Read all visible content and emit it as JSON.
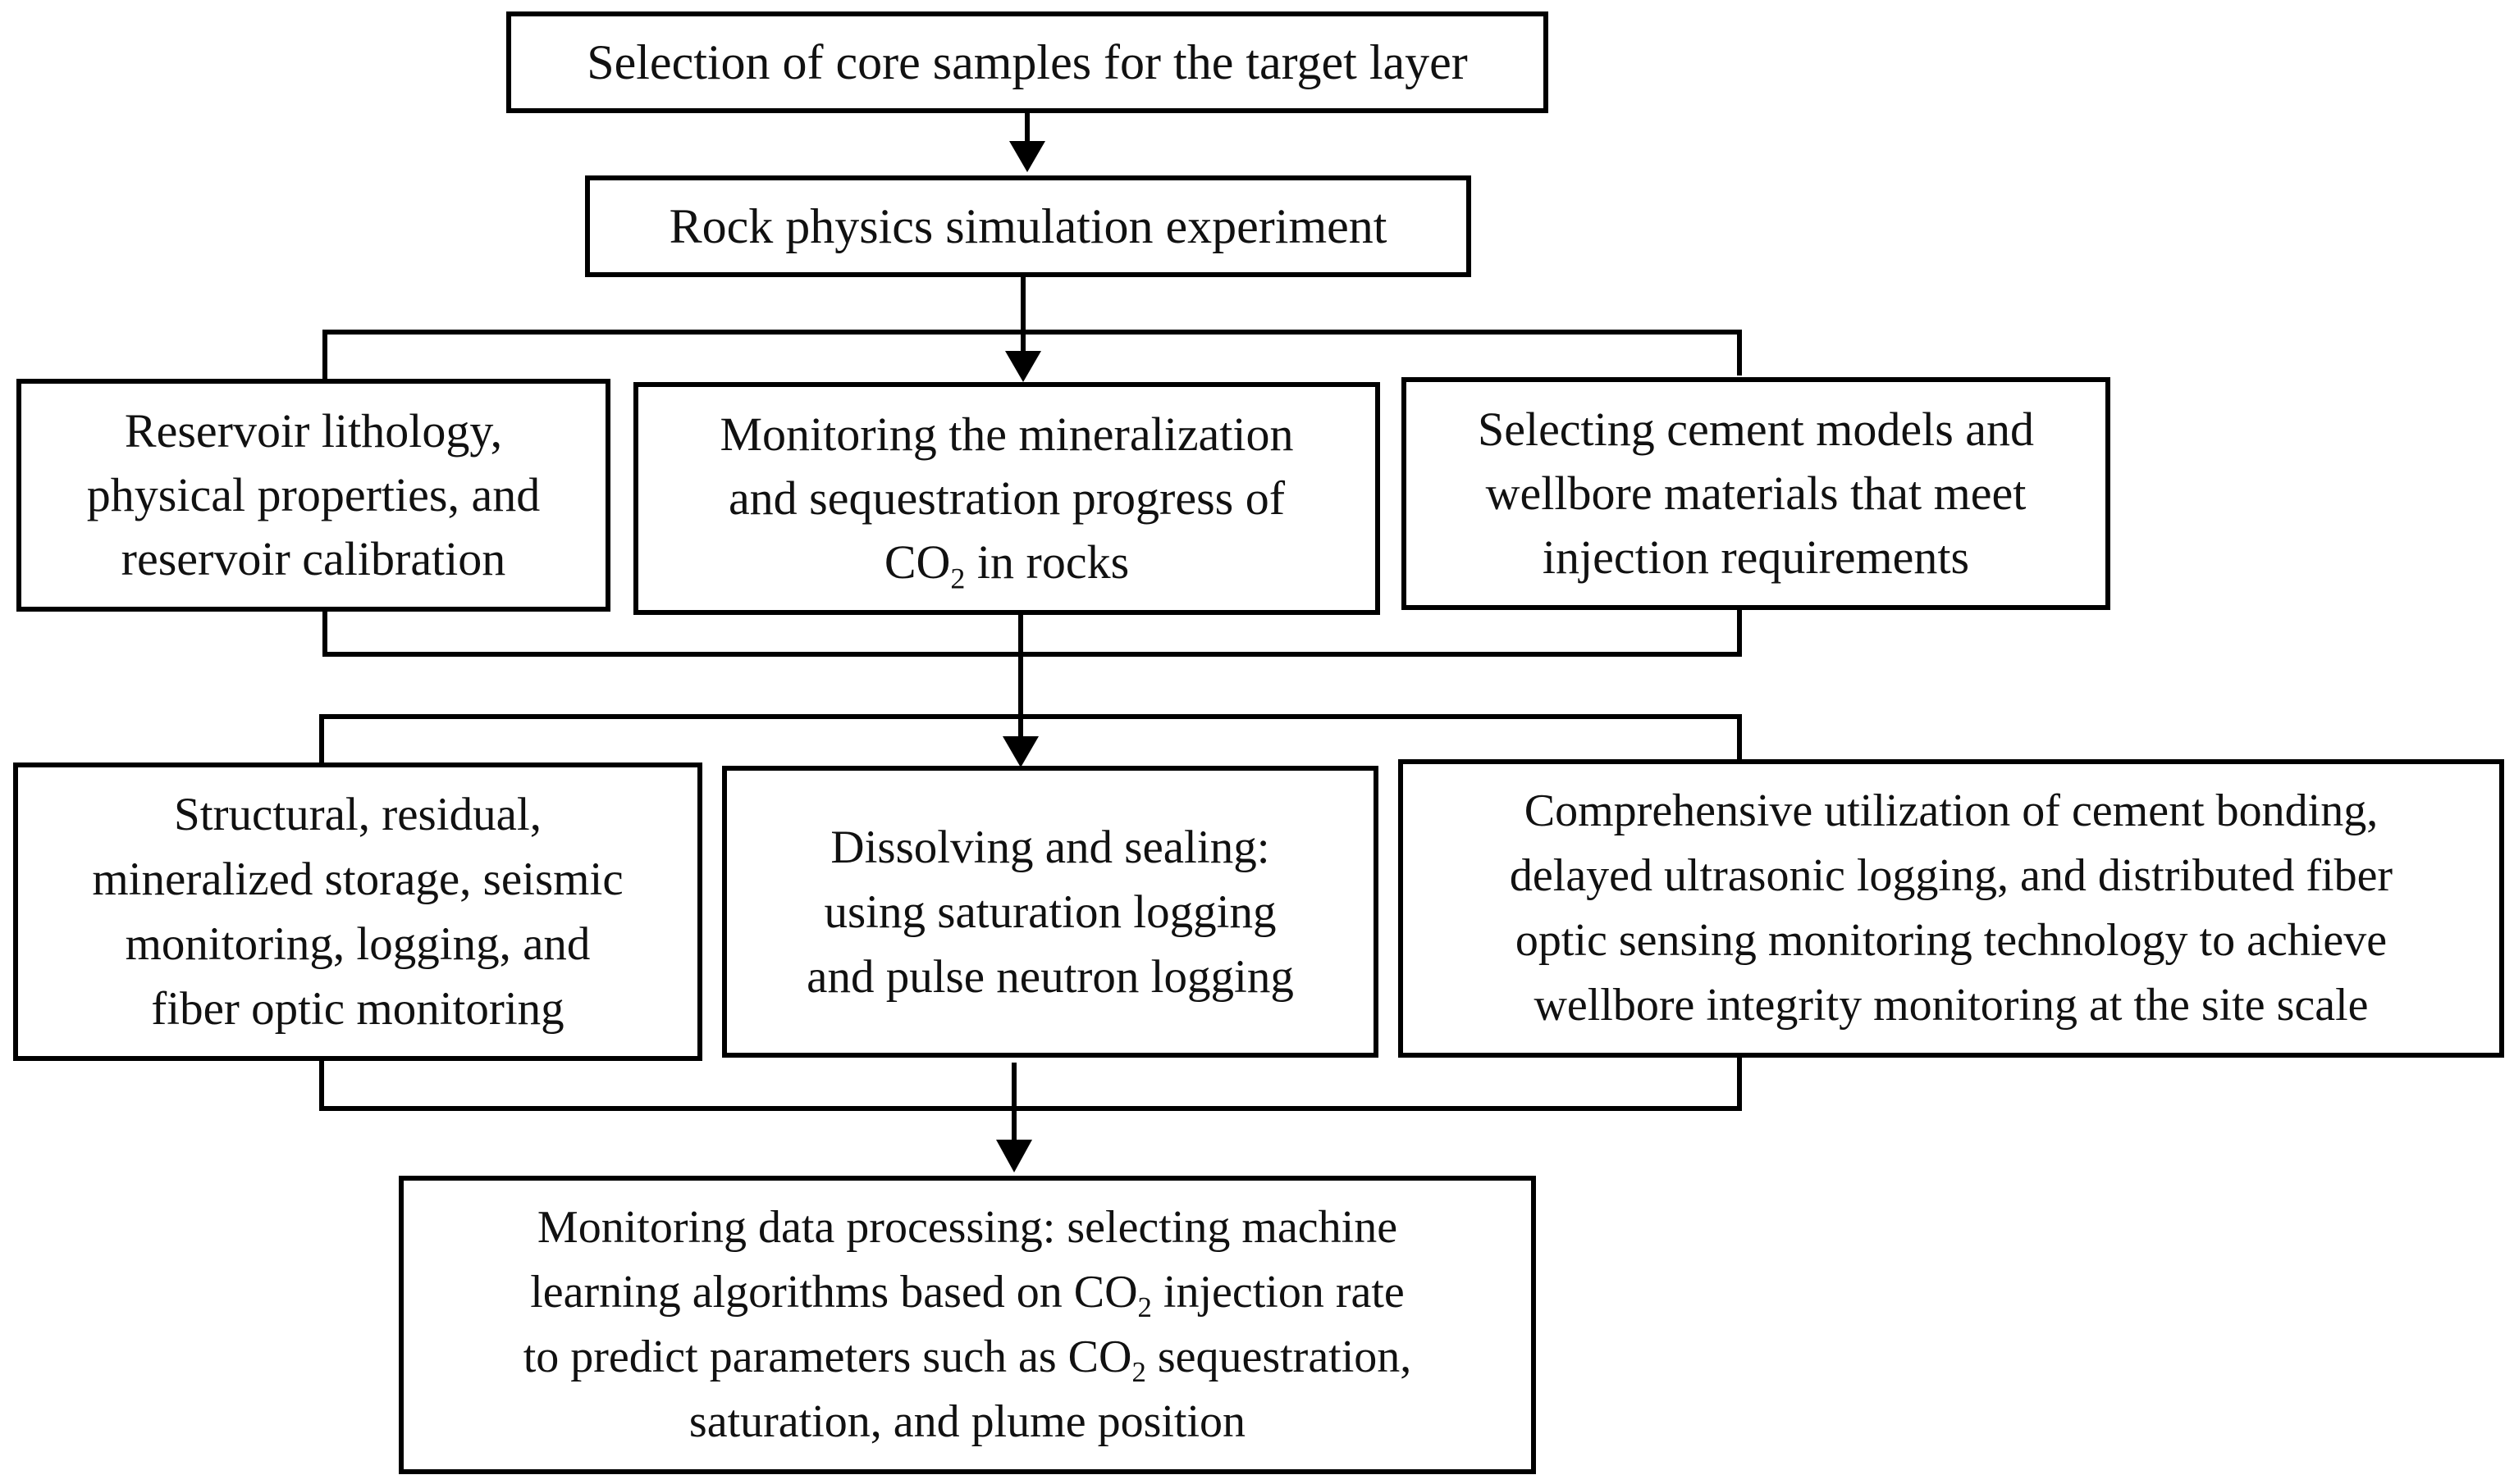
{
  "colors": {
    "line": "#000000",
    "text": "#111111",
    "background": "#ffffff"
  },
  "nodes": {
    "core_selection": {
      "lines": [
        {
          "a": "Selection of core samples for the target layer"
        }
      ]
    },
    "rock_physics": {
      "lines": [
        {
          "a": "Rock physics simulation experiment"
        }
      ]
    },
    "reservoir_lithology": {
      "lines": [
        {
          "a": "Reservoir lithology,"
        },
        {
          "a": "physical properties, and"
        },
        {
          "a": "reservoir calibration"
        }
      ]
    },
    "mineralization_monitoring": {
      "lines": [
        {
          "a": "Monitoring the mineralization"
        },
        {
          "a": "and sequestration progress of"
        },
        {
          "a": "CO",
          "sub": "2",
          "b": " in rocks"
        }
      ]
    },
    "cement_selection": {
      "lines": [
        {
          "a": "Selecting cement models and"
        },
        {
          "a": "wellbore materials that meet"
        },
        {
          "a": "injection requirements"
        }
      ]
    },
    "structural_storage": {
      "lines": [
        {
          "a": "Structural, residual,"
        },
        {
          "a": "mineralized storage, seismic"
        },
        {
          "a": "monitoring, logging, and"
        },
        {
          "a": "fiber optic monitoring"
        }
      ]
    },
    "dissolving_sealing": {
      "lines": [
        {
          "a": "Dissolving and sealing:"
        },
        {
          "a": "using saturation logging"
        },
        {
          "a": "and pulse neutron logging"
        }
      ]
    },
    "wellbore_integrity": {
      "lines": [
        {
          "a": "Comprehensive utilization of cement bonding,"
        },
        {
          "a": "delayed ultrasonic logging, and distributed fiber"
        },
        {
          "a": "optic sensing monitoring technology to achieve"
        },
        {
          "a": "wellbore integrity monitoring at the site scale"
        }
      ]
    },
    "data_processing": {
      "lines": [
        {
          "a": "Monitoring data processing: selecting machine"
        },
        {
          "a": "learning algorithms based on CO",
          "sub": "2",
          "b": " injection rate"
        },
        {
          "a": "to predict parameters such as CO",
          "sub": "2",
          "b": " sequestration,"
        },
        {
          "a": "saturation, and plume position"
        }
      ]
    }
  }
}
